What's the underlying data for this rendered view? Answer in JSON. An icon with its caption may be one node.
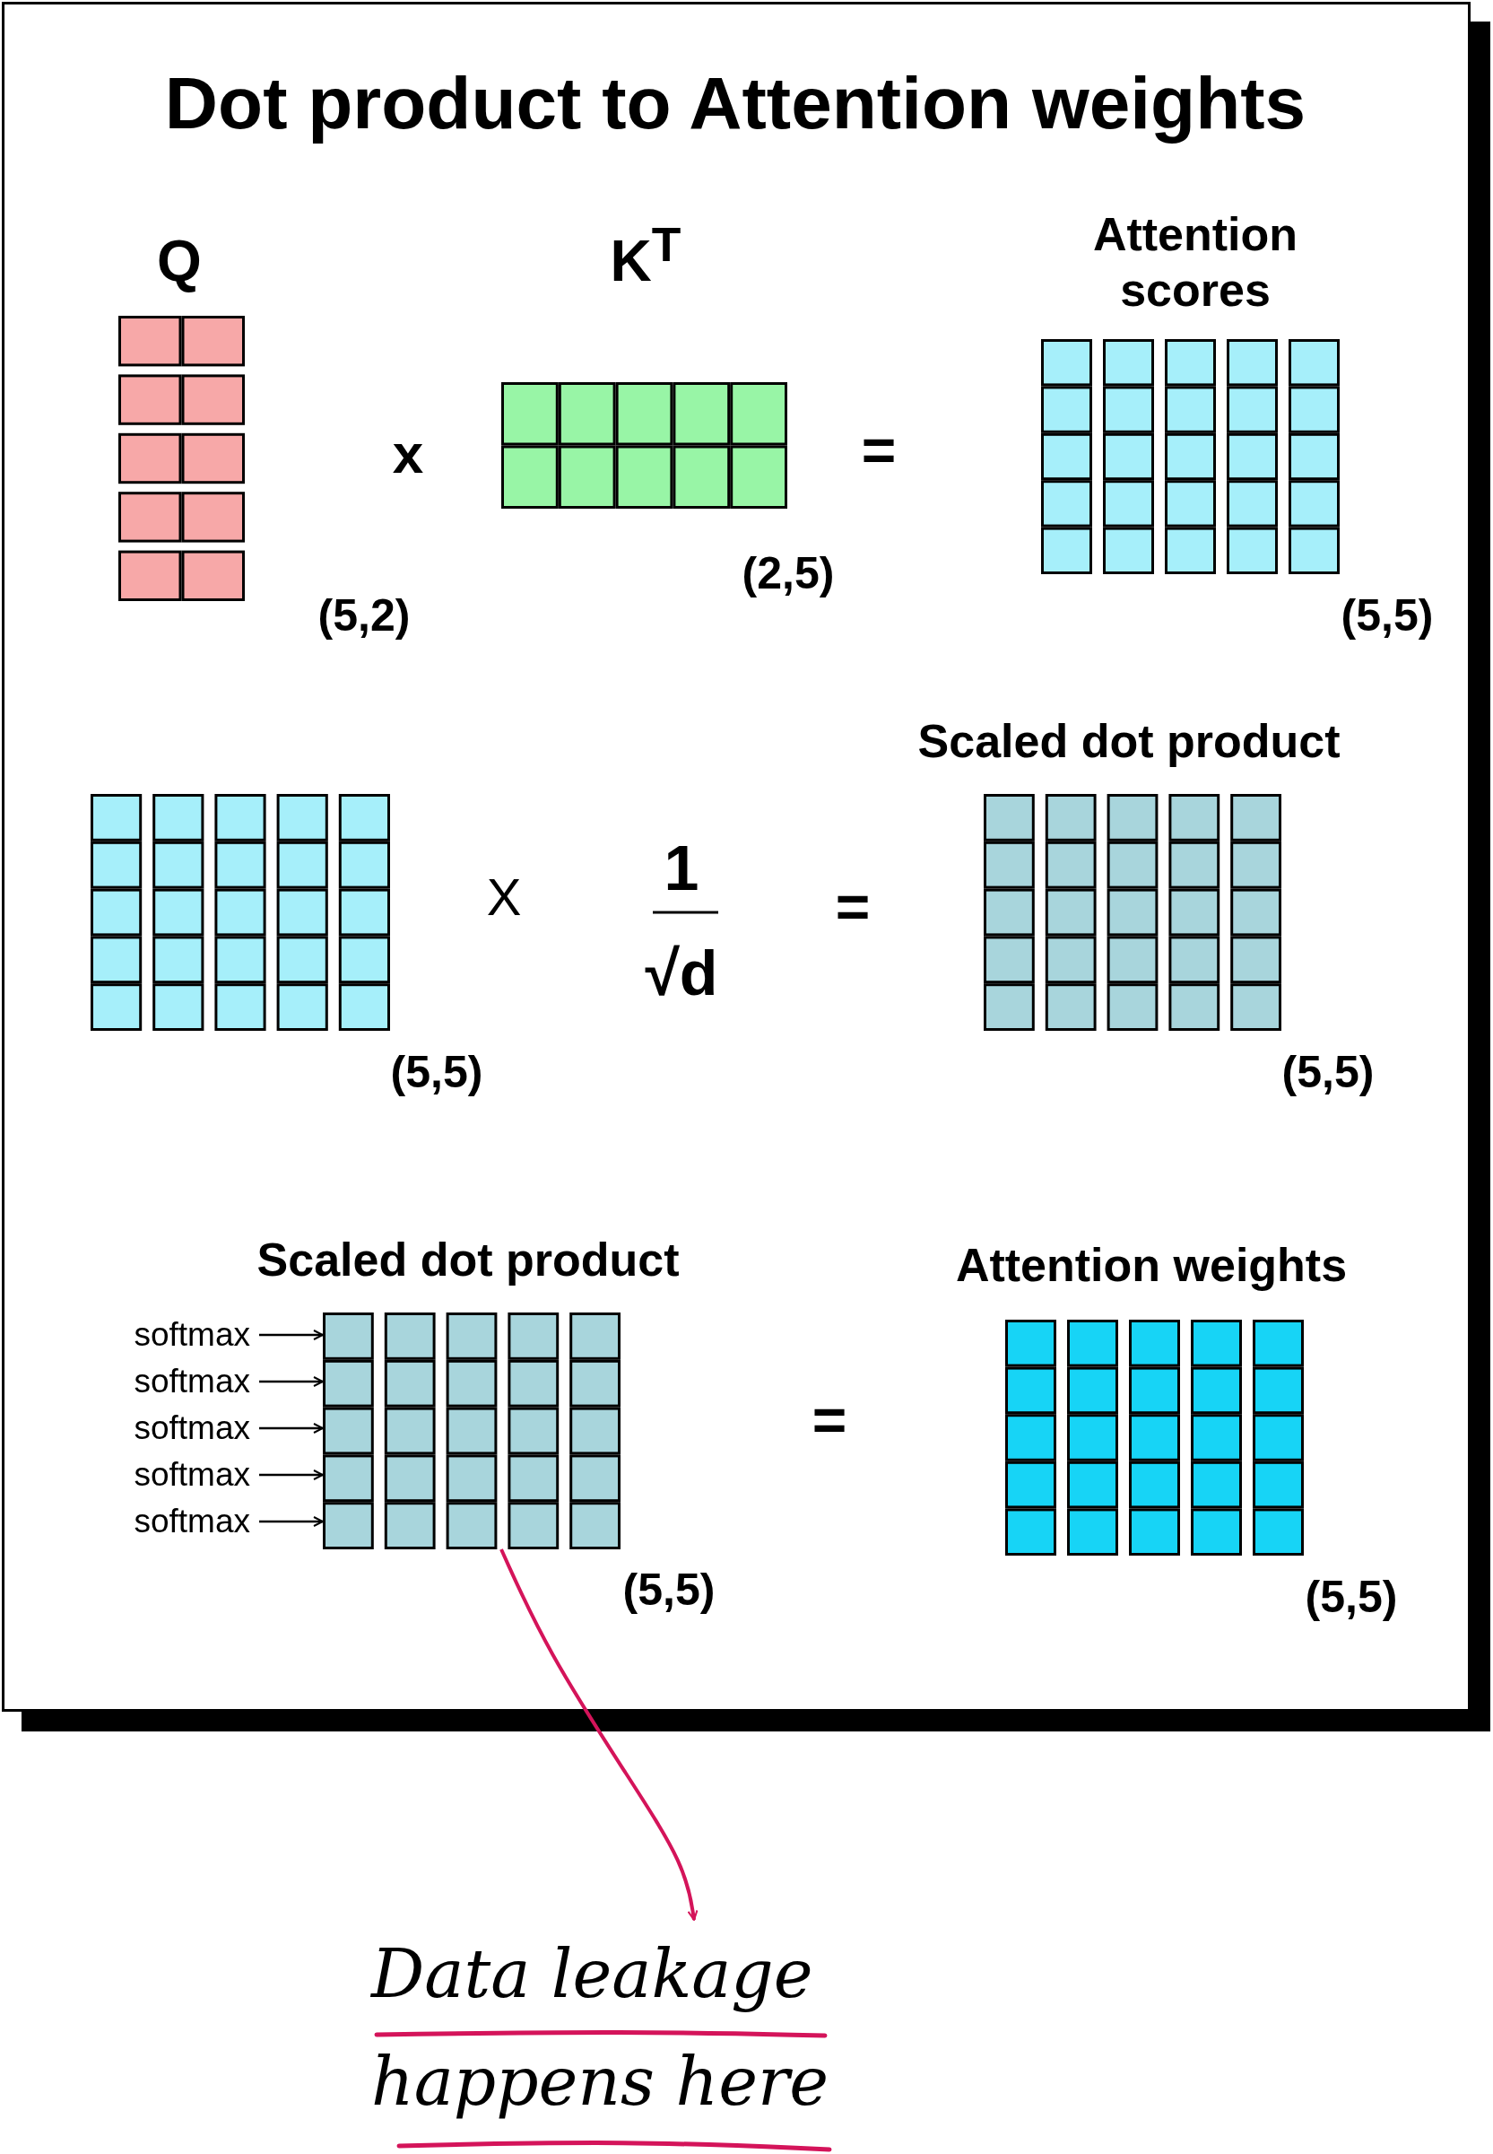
{
  "diagram": {
    "title": "Dot product to Attention weights",
    "nodes": [
      {
        "text": [
          "Q"
        ],
        "beside": [
          "(5,2)"
        ]
      },
      {
        "text": [
          "K$^{T}$"
        ],
        "beside": [
          "(2,5)"
        ]
      },
      {
        "text": [
          "Attention scores"
        ],
        "beside": [
          "(5,5)"
        ]
      },
      {
        "text": [],
        "shape": "box",
        "beside": [
          "(5,5)"
        ]
      },
      {
        "text": [
          "Scaled dot product"
        ],
        "beside": [
          "(5,5)"
        ]
      },
      {
        "text": [
          "softmax"
        ]
      },
      {
        "text": [
          "softmax"
        ]
      },
      {
        "text": [
          "softmax"
        ]
      },
      {
        "text": [
          "softmax"
        ]
      },
      {
        "text": [
          "softmax"
        ]
      },
      {
        "text": [
          "Scaled dot product"
        ],
        "beside": [
          "(5,5)"
        ]
      },
      {
        "text": [
          "Attention weights"
        ],
        "beside": [
          "(5,5)"
        ]
      },
      {
        "text": [
          "Data leakage happens here"
        ]
      }
    ],
    "edges": [
      {
        "from": 5,
        "to": 10,
        "arrow": "to"
      },
      {
        "from": 6,
        "to": 10,
        "arrow": "to"
      },
      {
        "from": 7,
        "to": 10,
        "arrow": "to"
      },
      {
        "from": 8,
        "to": 10,
        "arrow": "to"
      },
      {
        "from": 9,
        "to": 10,
        "arrow": "to"
      },
      {
        "from": 10,
        "to": 12,
        "arrow": "to",
        "color": "#d4145a"
      }
    ],
    "labels": [
      "x",
      "=",
      "X",
      "1",
      "√d",
      "=",
      "="
    ]
  }
}
